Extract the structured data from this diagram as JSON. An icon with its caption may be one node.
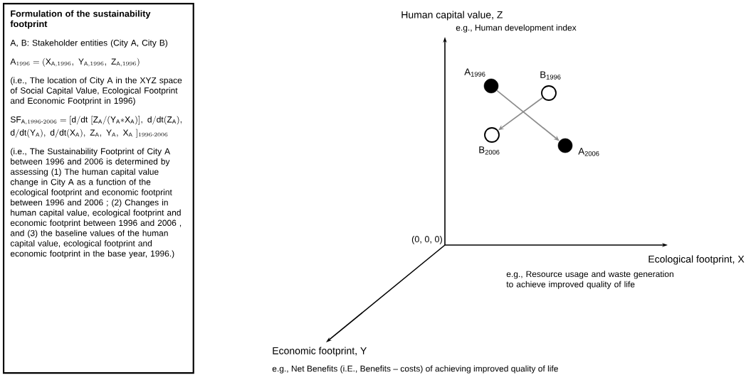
{
  "diagram": {
    "nodes": [
      {
        "text": [
          "Formulation of the sustainability footprint",
          "A, B: Stakeholder entities (City A, City B)",
          "\\mathrm{A}_{1996} = (\\mathrm{X}_{\\mathrm{A},1996},\\ \\mathrm{Y}_{\\mathrm{A},1996},\\ \\mathrm{Z}_{\\mathrm{A},1996})",
          "(i.e., The location of City A in the XYZ space of Social Capital Value, Ecological Footprint and Economic Footprint in 1996)",
          "\\begin{aligned}[t]&\\mathrm{SF}_{\\mathrm{A},1996\\text{-}2006} = [\\mathrm{d/dt}\\ [\\mathrm{Z}_\\mathrm{A}/(\\mathrm{Y}_\\mathrm{A}{*}\\mathrm{X}_\\mathrm{A})],\\ \\mathrm{d/dt}(\\mathrm{Z}_\\mathrm{A}),\\\\ &\\mathrm{d/dt}(\\mathrm{Y}_\\mathrm{A}),\\ \\mathrm{d/dt}(\\mathrm{X}_\\mathrm{A}),\\ \\mathrm{Z}_\\mathrm{A},\\ \\mathrm{Y}_\\mathrm{A},\\ \\mathrm{X}_\\mathrm{A}\\ ]_{1996\\text{-}2006}\\end{aligned}",
          "(i.e., The Sustainability Footprint of City A between 1996 and 2006 is determined by assessing (1) The human capital value change in City A as a function of the ecological footprint and economic footprint between 1996 and 2006 ; (2) Changes in human capital value, ecological footprint and economic footprint between 1996 and 2006 , and (3) the baseline values of the human capital value, ecological footprint and economic footprint in the base year, 1996.)"
        ]
      },
      {
        "text": [],
        "shape": "dot",
        "beside": [
          "A$_{1996}$"
        ]
      },
      {
        "text": [],
        "shape": "circle",
        "beside": [
          "B$_{1996}$"
        ]
      },
      {
        "text": [],
        "shape": "circle",
        "beside": [
          "B$_{2006}$"
        ]
      },
      {
        "text": [],
        "shape": "dot",
        "beside": [
          "A$_{2006}$"
        ]
      }
    ],
    "edges": [
      {
        "from": 1,
        "to": 4,
        "arrow": "to"
      },
      {
        "from": 2,
        "to": 3,
        "arrow": "to"
      }
    ],
    "labels": [
      "Human capital value, Z",
      "e.g., Human development index",
      "(0, 0, 0)",
      "Ecological footprint, X",
      "e.g., Resource usage and waste generation to achieve improved quality of life",
      "Economic footprint, Y",
      "e.g., Net Benefits (i.E., Benefits – costs) of achieving improved quality of life"
    ]
  }
}
